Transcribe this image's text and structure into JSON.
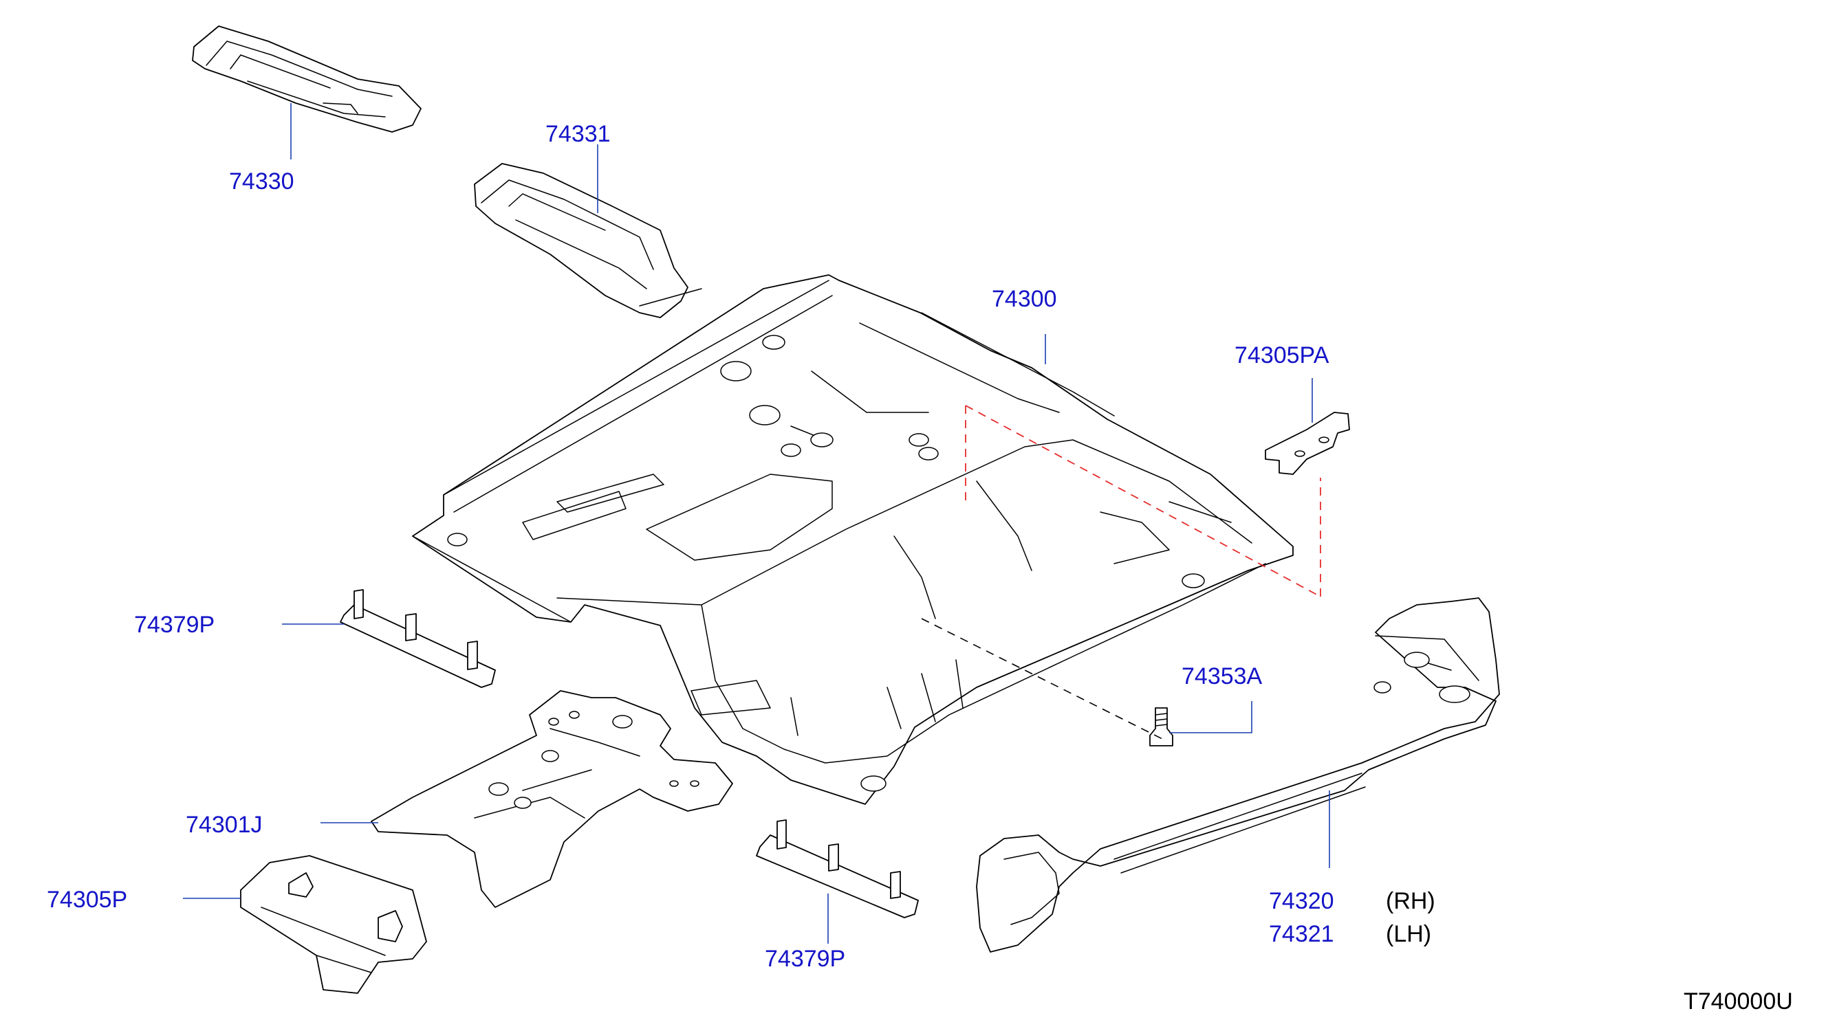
{
  "parts": {
    "p74330": "74330",
    "p74331": "74331",
    "p74300": "74300",
    "p74305PA": "74305PA",
    "p74379P_upper": "74379P",
    "p74353A": "74353A",
    "p74301J": "74301J",
    "p74305P": "74305P",
    "p74379P_lower": "74379P",
    "p74320": "74320",
    "p74321": "74321"
  },
  "sides": {
    "rh": "(RH)",
    "lh": "(LH)"
  },
  "diagram_ref": "T740000U",
  "colors": {
    "part_number": "#1414c8",
    "leader": "#1a3fb0",
    "reference_line": "#e52b2b",
    "outline": "#000000"
  }
}
